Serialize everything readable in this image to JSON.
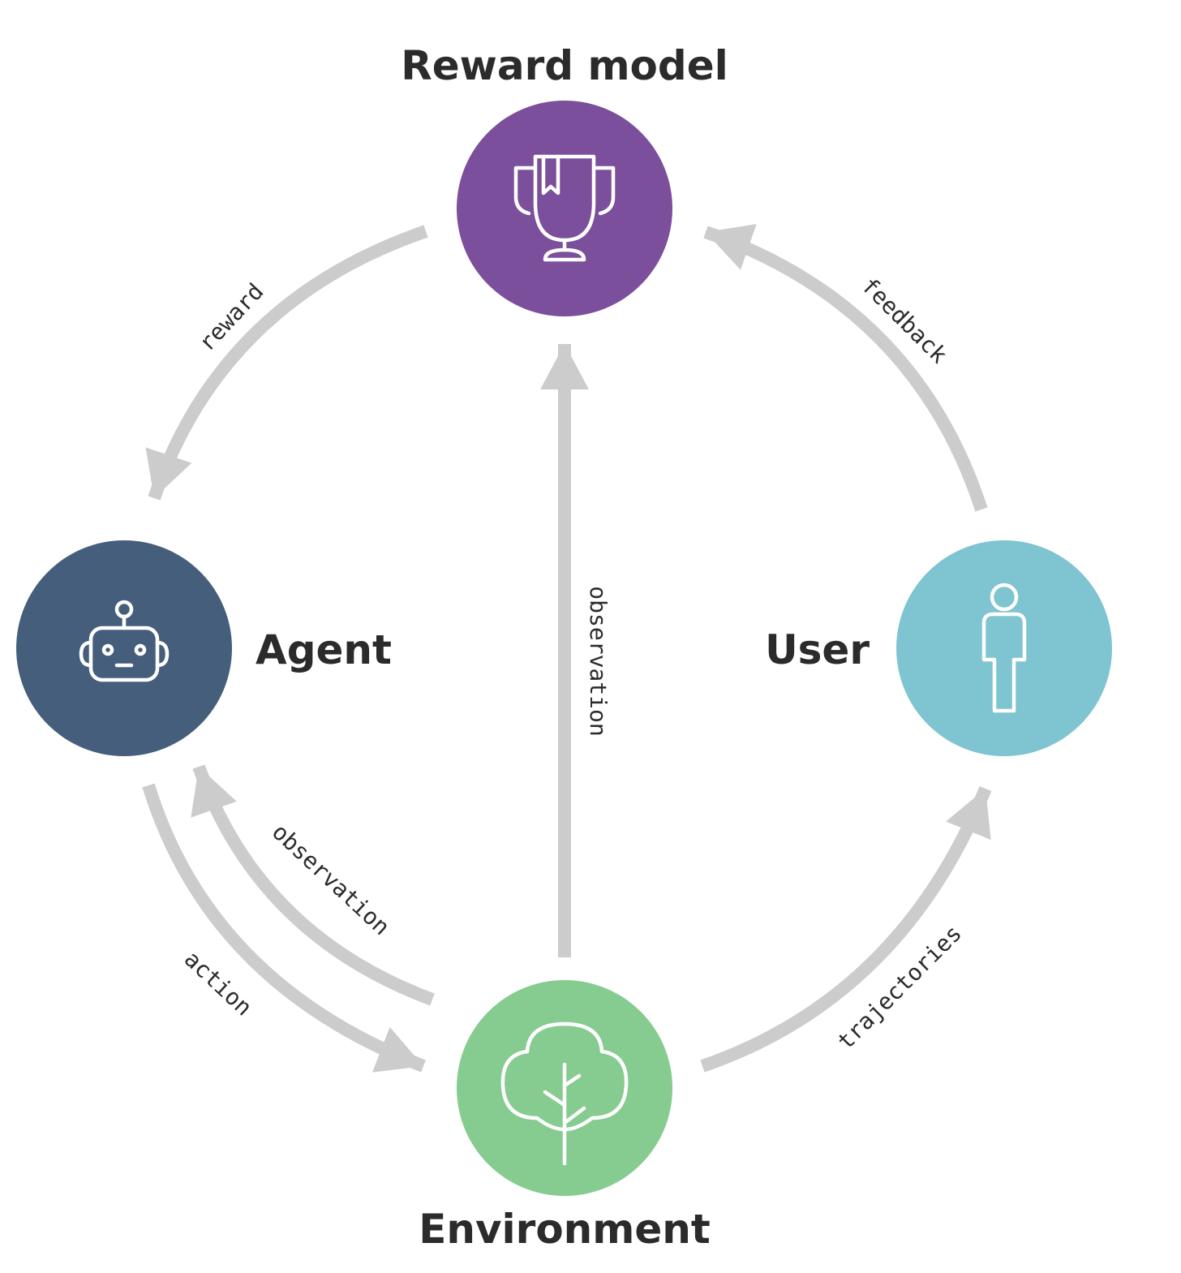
{
  "nodes": {
    "reward_model": {
      "label": "Reward model",
      "color": "#7B4F9B",
      "icon": "trophy-icon"
    },
    "agent": {
      "label": "Agent",
      "color": "#455E7C",
      "icon": "robot-icon"
    },
    "user": {
      "label": "User",
      "color": "#7FC4D1",
      "icon": "person-icon"
    },
    "environment": {
      "label": "Environment",
      "color": "#86CB90",
      "icon": "tree-icon"
    }
  },
  "edges": {
    "reward": {
      "label": "reward",
      "from": "Reward model",
      "to": "Agent"
    },
    "feedback": {
      "label": "feedback",
      "from": "User",
      "to": "Reward model"
    },
    "observation_to_reward_model": {
      "label": "observation",
      "from": "Environment",
      "to": "Reward model"
    },
    "observation_to_agent": {
      "label": "observation",
      "from": "Environment",
      "to": "Agent"
    },
    "action": {
      "label": "action",
      "from": "Agent",
      "to": "Environment"
    },
    "trajectories": {
      "label": "trajectories",
      "from": "Environment",
      "to": "User"
    }
  },
  "colors": {
    "text": "#2B2B2B",
    "arrow": "#CCCCCC",
    "background": "#FFFFFF"
  }
}
